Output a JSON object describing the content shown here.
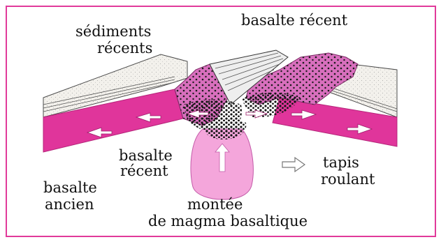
{
  "diagram": {
    "labels": {
      "recent_sediments_line1": "sédiments",
      "recent_sediments_line2": "récents",
      "recent_basalt_top": "basalte récent",
      "recent_basalt_mid_line1": "basalte",
      "recent_basalt_mid_line2": "récent",
      "conveyor_line1": "tapis",
      "conveyor_line2": "roulant",
      "old_basalt_line1": "basalte",
      "old_basalt_line2": "ancien",
      "magma_line1": "montée",
      "magma_line2": "de magma basaltique"
    },
    "colors": {
      "frame": "#e13a9a",
      "oceanic_plate": "#e0359b",
      "magma_plume": "#f4a6db",
      "recent_basalt": "#d86fbd",
      "sediments": "#f1efea",
      "dots": "#1a1a1a",
      "arrow_fill": "#ffffff",
      "text": "#111111"
    },
    "icons": {
      "spreading_arrow": "white-arrow",
      "legend_arrow": "outlined-arrow-right"
    }
  }
}
